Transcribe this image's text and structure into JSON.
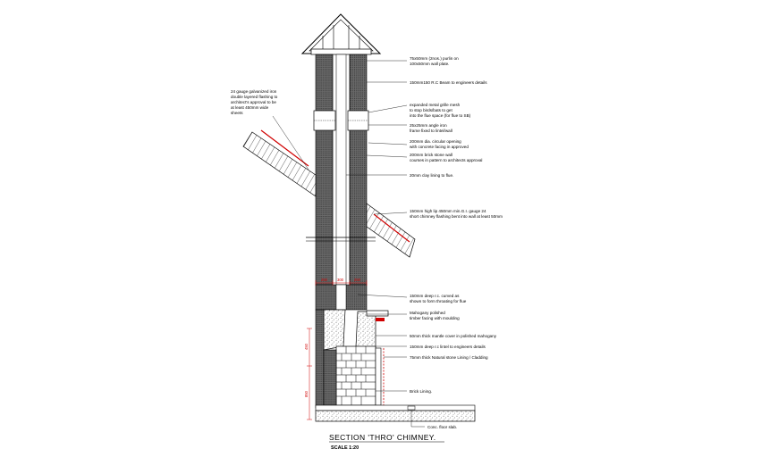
{
  "annotations": {
    "right": [
      [
        "75x50mm (2nos.) purlin on",
        "100x50mm wall plate."
      ],
      [
        "150mm150 R.C Beam to engineers details"
      ],
      [
        "expanded metal grille mesh",
        "to stop birds/bats to get",
        "into the flue space (for flue to SB)"
      ],
      [
        "25x25mm angle iron",
        "frame fixed to lintel/wall"
      ],
      [
        "200mm dia. circular opening",
        "with concrete facing in approved"
      ],
      [
        "200mm brick stone wall",
        "courses in pattern to architects approval"
      ],
      [
        "20mm clay lining to flue."
      ],
      [
        "150mm high lip 450mm min.G.I. gauge 24",
        "short chimney flashing bent into wall at least 50mm"
      ],
      [
        "150mm deep r.c. curved as",
        "shown to form throating for flue"
      ],
      [
        "Mahogany polished",
        "timber facing with moulding"
      ],
      [
        "50mm thick mantle cover in polished mahogany"
      ],
      [
        "150mm deep r.c lintel to engineers details"
      ],
      [
        "75mm thick Natural stone Lining / Cladding"
      ],
      [
        "Brick Lining."
      ],
      [
        "Conc. floor slab."
      ]
    ],
    "left": [
      "24 gauge galvanized iron",
      "double layered flashing to",
      "architect's approval to be",
      "at least 450mm wide",
      "sheets"
    ]
  },
  "dimensions": {
    "top_row": [
      "250",
      "300",
      "250"
    ],
    "vertical": [
      "450",
      "850"
    ]
  },
  "title": "SECTION 'THRO' CHIMNEY.",
  "scale": "SCALE 1:20",
  "colors": {
    "line": "#000000",
    "accent": "#d00000",
    "wall_hatch": "#5a5a5a"
  }
}
